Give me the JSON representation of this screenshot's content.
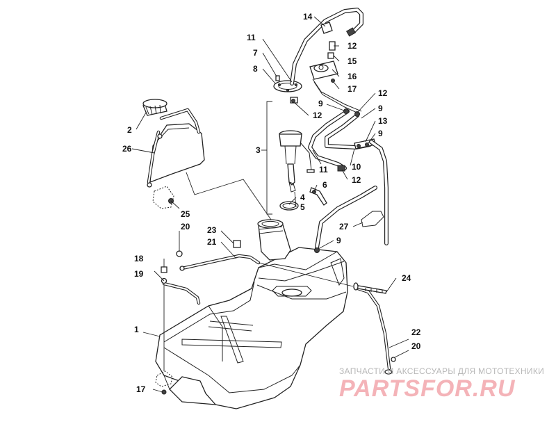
{
  "callouts": [
    {
      "id": "c1",
      "label": "1"
    },
    {
      "id": "c2",
      "label": "2"
    },
    {
      "id": "c3",
      "label": "3"
    },
    {
      "id": "c4",
      "label": "4"
    },
    {
      "id": "c5",
      "label": "5"
    },
    {
      "id": "c6",
      "label": "6"
    },
    {
      "id": "c7",
      "label": "7"
    },
    {
      "id": "c8",
      "label": "8"
    },
    {
      "id": "c9a",
      "label": "9"
    },
    {
      "id": "c9b",
      "label": "9"
    },
    {
      "id": "c9c",
      "label": "9"
    },
    {
      "id": "c9d",
      "label": "9"
    },
    {
      "id": "c10",
      "label": "10"
    },
    {
      "id": "c11a",
      "label": "11"
    },
    {
      "id": "c11b",
      "label": "11"
    },
    {
      "id": "c12a",
      "label": "12"
    },
    {
      "id": "c12b",
      "label": "12"
    },
    {
      "id": "c12c",
      "label": "12"
    },
    {
      "id": "c12d",
      "label": "12"
    },
    {
      "id": "c13",
      "label": "13"
    },
    {
      "id": "c14",
      "label": "14"
    },
    {
      "id": "c15",
      "label": "15"
    },
    {
      "id": "c16",
      "label": "16"
    },
    {
      "id": "c17a",
      "label": "17"
    },
    {
      "id": "c17b",
      "label": "17"
    },
    {
      "id": "c18",
      "label": "18"
    },
    {
      "id": "c19",
      "label": "19"
    },
    {
      "id": "c20a",
      "label": "20"
    },
    {
      "id": "c20b",
      "label": "20"
    },
    {
      "id": "c21",
      "label": "21"
    },
    {
      "id": "c22",
      "label": "22"
    },
    {
      "id": "c23",
      "label": "23"
    },
    {
      "id": "c24",
      "label": "24"
    },
    {
      "id": "c25",
      "label": "25"
    },
    {
      "id": "c26",
      "label": "26"
    },
    {
      "id": "c27",
      "label": "27"
    }
  ],
  "watermark": {
    "line1": "ЗАПЧАСТИ И АКСЕССУАРЫ ДЛЯ МОТОТЕХНИКИ",
    "line2": "PARTSFOR.RU"
  }
}
